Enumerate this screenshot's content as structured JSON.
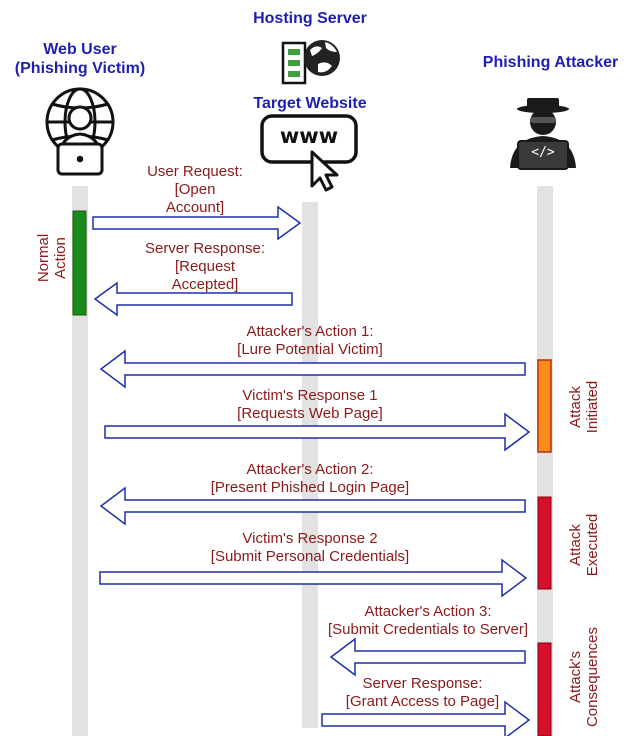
{
  "actors": {
    "web_user": {
      "line1": "Web User",
      "line2": "(Phishing Victim)"
    },
    "server": {
      "line1": "Hosting Server",
      "line2": "Target Website",
      "www": "www"
    },
    "attacker": {
      "line1": "Phishing Attacker",
      "code": "</>"
    }
  },
  "messages": [
    {
      "id": "m1",
      "lines": [
        "User Request:",
        "[Open",
        "Account]"
      ]
    },
    {
      "id": "m2",
      "lines": [
        "Server Response:",
        "[Request",
        "Accepted]"
      ]
    },
    {
      "id": "m3",
      "lines": [
        "Attacker's Action 1:",
        "[Lure Potential Victim]"
      ]
    },
    {
      "id": "m4",
      "lines": [
        "Victim's Response 1",
        "[Requests Web Page]"
      ]
    },
    {
      "id": "m5",
      "lines": [
        "Attacker's Action 2:",
        "[Present Phished Login Page]"
      ]
    },
    {
      "id": "m6",
      "lines": [
        "Victim's Response 2",
        "[Submit Personal Credentials]"
      ]
    },
    {
      "id": "m7",
      "lines": [
        "Attacker's Action 3:",
        "[Submit Credentials to Server]"
      ]
    },
    {
      "id": "m8",
      "lines": [
        "Server Response:",
        "[Grant Access to Page]"
      ]
    }
  ],
  "phases": {
    "normal": [
      "Normal",
      "Action"
    ],
    "initiated": [
      "Attack",
      "Initiated"
    ],
    "executed": [
      "Attack",
      "Executed"
    ],
    "consequences": [
      "Attack's",
      "Consequences"
    ]
  },
  "colors": {
    "actor_text": "#1f1fb0",
    "message_text": "#8b1a1a",
    "arrow_stroke": "#1f2fa8",
    "lifeline": "#e2e2e2",
    "normal_bar": "#1a8a1a",
    "initiated_bar": "#ff8c1a",
    "executed_bar": "#d4102a"
  }
}
